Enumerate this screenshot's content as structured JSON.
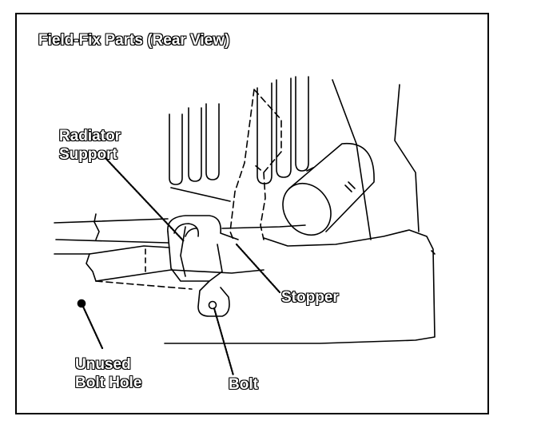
{
  "title": "Field-Fix Parts (Rear View)",
  "labels": {
    "radiator_support": [
      "Radiator",
      "Support"
    ],
    "stopper": "Stopper",
    "unused_bolt_hole": [
      "Unused",
      "Bolt Hole"
    ],
    "bolt": "Bolt"
  },
  "colors": {
    "line": "#000000",
    "background": "#ffffff",
    "label_fill": "#ffffff"
  }
}
